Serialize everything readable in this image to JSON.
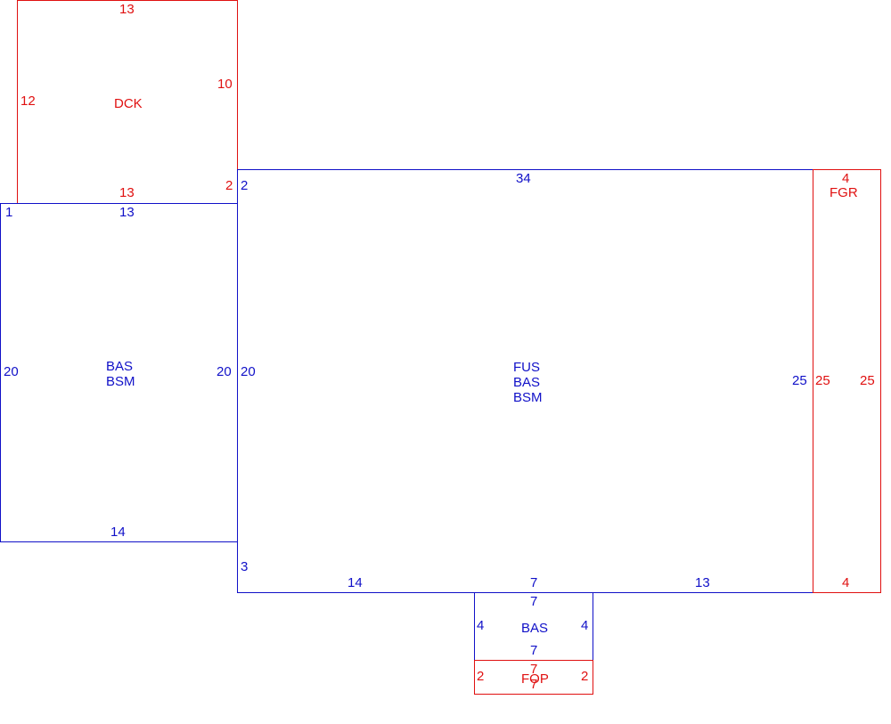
{
  "colors": {
    "blue": "#1010c8",
    "red": "#e01010"
  },
  "areas": {
    "dck": {
      "code": "DCK",
      "top": "13",
      "left": "12",
      "right": "10",
      "bottom": "13",
      "corner": "2"
    },
    "left_wing": {
      "codes": [
        "BAS",
        "BSM"
      ],
      "top": "13",
      "left": "20",
      "right": "20",
      "bottom": "14",
      "corner": "1"
    },
    "main": {
      "codes": [
        "FUS",
        "BAS",
        "BSM"
      ],
      "top": "34",
      "left": "20",
      "right": "25",
      "corner_top": "2",
      "corner_bottom": "3",
      "bottom_left": "14",
      "bottom_mid": "7",
      "bottom_right": "13"
    },
    "fgr": {
      "code": "FGR",
      "top": "4",
      "left": "25",
      "right": "25",
      "bottom": "4"
    },
    "bump": {
      "code": "BAS",
      "top": "7",
      "left": "4",
      "right": "4",
      "bottom": "7"
    },
    "fop": {
      "code": "FOP",
      "top": "7",
      "left": "2",
      "right": "2",
      "bottom": "7"
    }
  }
}
